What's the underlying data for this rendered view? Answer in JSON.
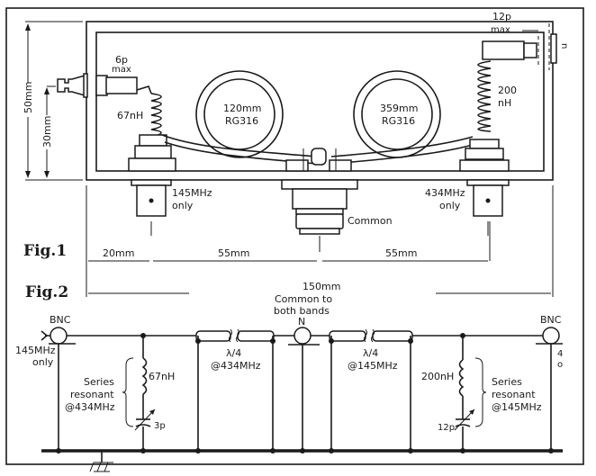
{
  "figure1": {
    "label": "Fig.1",
    "capacitor_left": {
      "value": "6p",
      "note": "max"
    },
    "capacitor_right": {
      "value": "12p",
      "note": "max"
    },
    "inductor_left": "67nH",
    "inductor_right": {
      "line1": "200",
      "line2": "nH"
    },
    "coax_left": {
      "length": "120mm",
      "type": "RG316"
    },
    "coax_right": {
      "length": "359mm",
      "type": "RG316"
    },
    "connector_left": {
      "line1": "145MHz",
      "line2": "only"
    },
    "connector_right": {
      "line1": "434MHz",
      "line2": "only"
    },
    "connector_common": "Common",
    "dim_height_total": "50mm",
    "dim_height_tap": "30mm",
    "dim_left": "20mm",
    "dim_mid_left": "55mm",
    "dim_mid_right": "55mm",
    "dim_total": "150mm",
    "side_mark": "n"
  },
  "figure2": {
    "label": "Fig.2",
    "left_connector": {
      "type": "BNC",
      "line1": "145MHz",
      "line2": "only"
    },
    "right_connector": {
      "type": "BNC",
      "side_mark1": "4",
      "side_mark2": "o"
    },
    "common_connector": {
      "line1": "Common to",
      "line2": "both bands",
      "type": "N"
    },
    "stub_left": {
      "line1": "λ/4",
      "line2": "@434MHz"
    },
    "stub_right": {
      "line1": "λ/4",
      "line2": "@145MHz"
    },
    "trap_left": {
      "inductor": "67nH",
      "capacitor": "3p",
      "line1": "Series",
      "line2": "resonant",
      "line3": "@434MHz"
    },
    "trap_right": {
      "inductor": "200nH",
      "capacitor": "12p",
      "line1": "Series",
      "line2": "resonant",
      "line3": "@145MHz"
    }
  }
}
